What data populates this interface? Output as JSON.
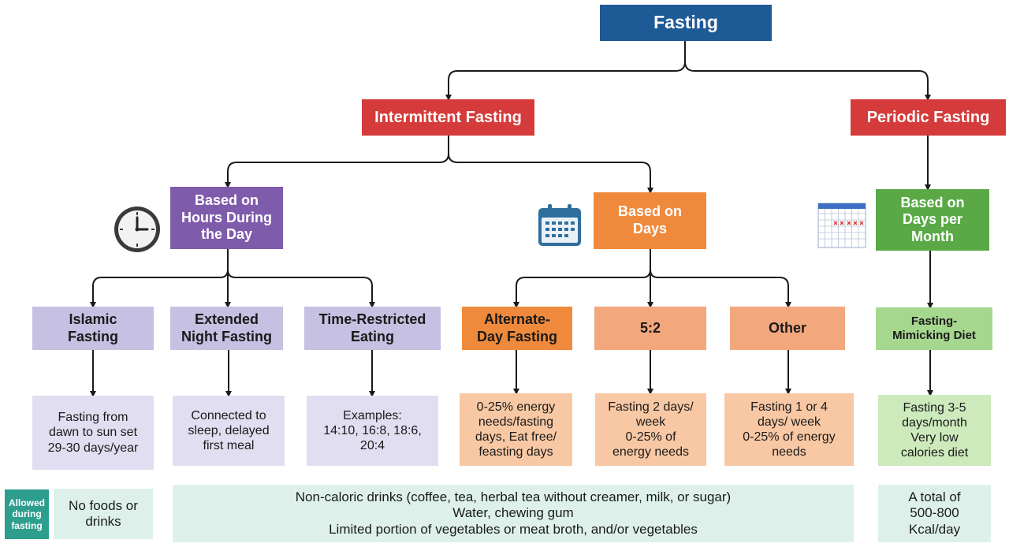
{
  "root": "Fasting",
  "intermittent": "Intermittent Fasting",
  "periodic": "Periodic Fasting",
  "cat_hours": "Based on\nHours During\nthe Day",
  "cat_days": "Based on\nDays",
  "cat_month": "Based on\nDays per\nMonth",
  "types": {
    "islamic": "Islamic\nFasting",
    "extended": "Extended\nNight Fasting",
    "tre": "Time-Restricted\nEating",
    "adf": "Alternate-\nDay Fasting",
    "five_two": "5:2",
    "other": "Other",
    "fmd": "Fasting-\nMimicking Diet"
  },
  "details": {
    "islamic": "Fasting from\ndawn to sun set\n29-30 days/year",
    "extended": "Connected to\nsleep, delayed\nfirst meal",
    "tre": "Examples:\n14:10, 16:8, 18:6,\n20:4",
    "adf": "0-25%  energy\nneeds/fasting\ndays, Eat free/\nfeasting days",
    "five_two": "Fasting 2 days/\nweek\n0-25% of\nenergy needs",
    "other": "Fasting 1 or 4\ndays/ week\n0-25% of energy\nneeds",
    "fmd": "Fasting 3-5\ndays/month\nVery low\ncalories diet"
  },
  "allowed": {
    "label": "Allowed\nduring\nfasting",
    "islamic": "No foods or\ndrinks",
    "ifasting": "Non-caloric drinks (coffee, tea, herbal tea without creamer, milk, or sugar)\nWater, chewing gum\nLimited portion of vegetables or meat broth, and/or vegetables",
    "fmd": "A total of\n500-800\nKcal/day"
  },
  "colors": {
    "root": "#1e5a96",
    "red": "#d43b3a",
    "purple": "#7f5bab",
    "orange": "#ef8a3c",
    "green": "#5aa946",
    "lavender": "#c6c0e2",
    "lavender_light": "#e2def1",
    "peach": "#f3a77d",
    "peach_light": "#f8c8a4",
    "lightgreen": "#a6d78f",
    "lightgreen_pale": "#cdeabc",
    "teal": "#2d9e8d",
    "mint": "#ddf1ea"
  },
  "icons": [
    "clock-icon",
    "calendar-icon",
    "month-calendar-icon"
  ]
}
